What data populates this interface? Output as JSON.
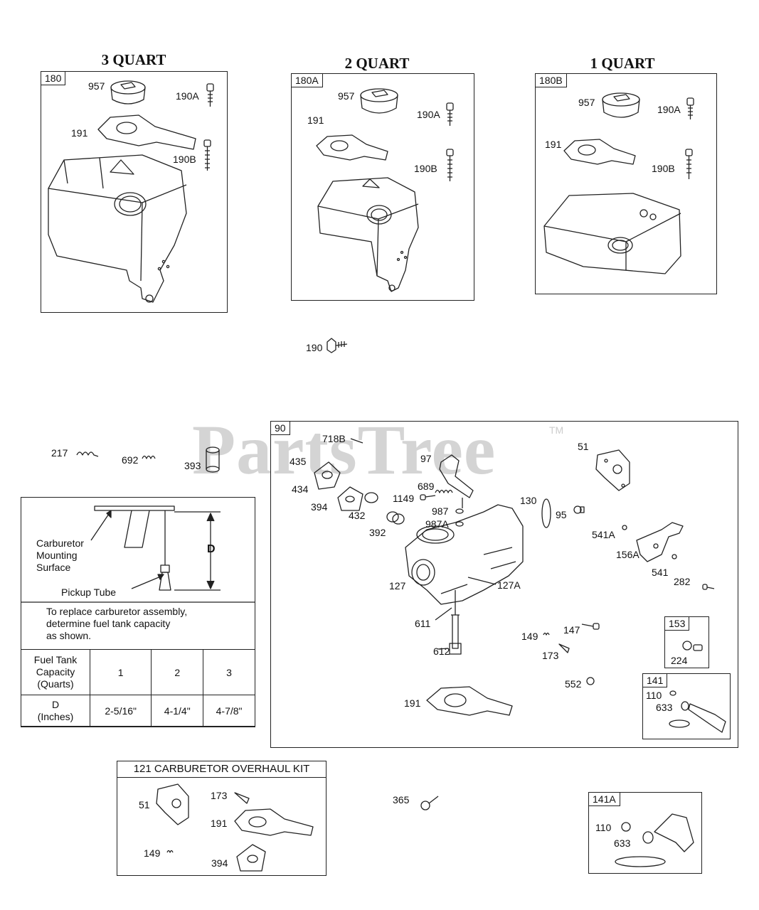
{
  "titles": {
    "t3": "3 QUART",
    "t2": "2 QUART",
    "t1": "1 QUART"
  },
  "watermark": {
    "text": "PartsTree",
    "tm": "TM"
  },
  "boxes": {
    "b180": "180",
    "b180a": "180A",
    "b180b": "180B",
    "b90": "90",
    "b153": "153",
    "b141": "141",
    "b141a": "141A",
    "kit": "121 CARBURETOR OVERHAUL KIT"
  },
  "labels": {
    "q3_957": "957",
    "q3_190a": "190A",
    "q3_191": "191",
    "q3_190b": "190B",
    "q2_957": "957",
    "q2_191": "191",
    "q2_190a": "190A",
    "q2_190b": "190B",
    "q1_957": "957",
    "q1_190a": "190A",
    "q1_191": "191",
    "q1_190b": "190B",
    "p190": "190",
    "p217": "217",
    "p692": "692",
    "p393": "393",
    "c718b": "718B",
    "c435": "435",
    "c434": "434",
    "c394": "394",
    "c432": "432",
    "c97": "97",
    "c689": "689",
    "c1149": "1149",
    "c987": "987",
    "c987a": "987A",
    "c392": "392",
    "c51": "51",
    "c130": "130",
    "c95": "95",
    "c541a": "541A",
    "c156a": "156A",
    "c541": "541",
    "c282": "282",
    "c127": "127",
    "c127a": "127A",
    "c611": "611",
    "c612": "612",
    "c149": "149",
    "c147": "147",
    "c173": "173",
    "c552": "552",
    "c191": "191",
    "c224": "224",
    "c110": "110",
    "c633": "633",
    "k51": "51",
    "k173": "173",
    "k191": "191",
    "k149": "149",
    "k394": "394",
    "p365": "365",
    "a110": "110",
    "a633": "633"
  },
  "diagram": {
    "carb_surface": [
      "Carburetor",
      "Mounting",
      "Surface"
    ],
    "pickup": "Pickup Tube",
    "d": "D",
    "note": [
      "To replace carburetor assembly,",
      "determine fuel tank capacity",
      "as shown."
    ]
  },
  "fuel_table": {
    "header": [
      "Fuel Tank",
      "Capacity",
      "(Quarts)"
    ],
    "caps": [
      "1",
      "2",
      "3"
    ],
    "d_label": [
      "D",
      "(Inches)"
    ],
    "d_values": [
      "2-5/16\"",
      "4-1/4\"",
      "4-7/8\""
    ]
  }
}
